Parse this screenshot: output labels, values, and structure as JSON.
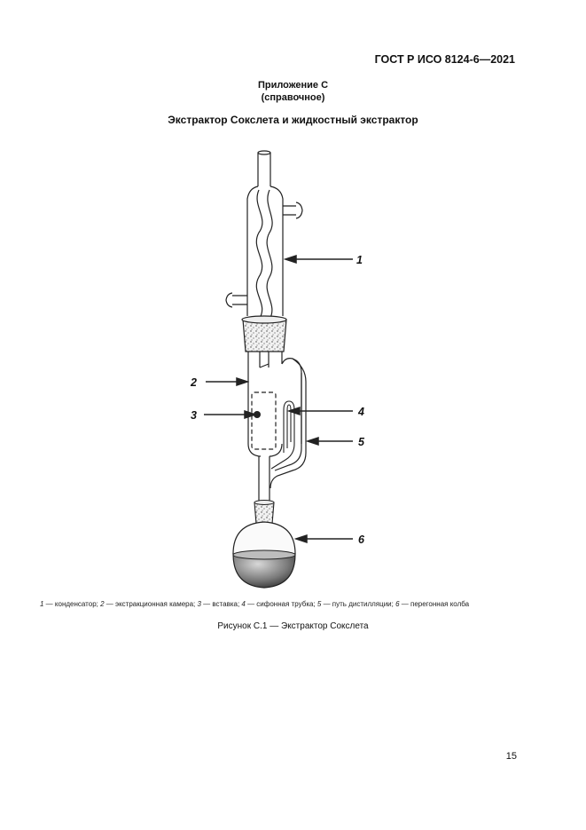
{
  "header": {
    "standard": "ГОСТ Р ИСО 8124-6—2021"
  },
  "appendix": {
    "title": "Приложение С",
    "subtitle": "(справочное)"
  },
  "section_title": "Экстрактор Сокслета и жидкостный экстрактор",
  "figure": {
    "labels": [
      "1",
      "2",
      "3",
      "4",
      "5",
      "6"
    ]
  },
  "legend": [
    {
      "num": "1",
      "text": " — конденсатор; "
    },
    {
      "num": "2",
      "text": " — экстракционная камера; "
    },
    {
      "num": "3",
      "text": " — вставка; "
    },
    {
      "num": "4",
      "text": " — сифонная трубка; "
    },
    {
      "num": "5",
      "text": " — путь дистилляции; "
    },
    {
      "num": "6",
      "text": " — перегонная колба"
    }
  ],
  "caption": "Рисунок С.1 — Экстрактор Сокслета",
  "page_number": "15"
}
